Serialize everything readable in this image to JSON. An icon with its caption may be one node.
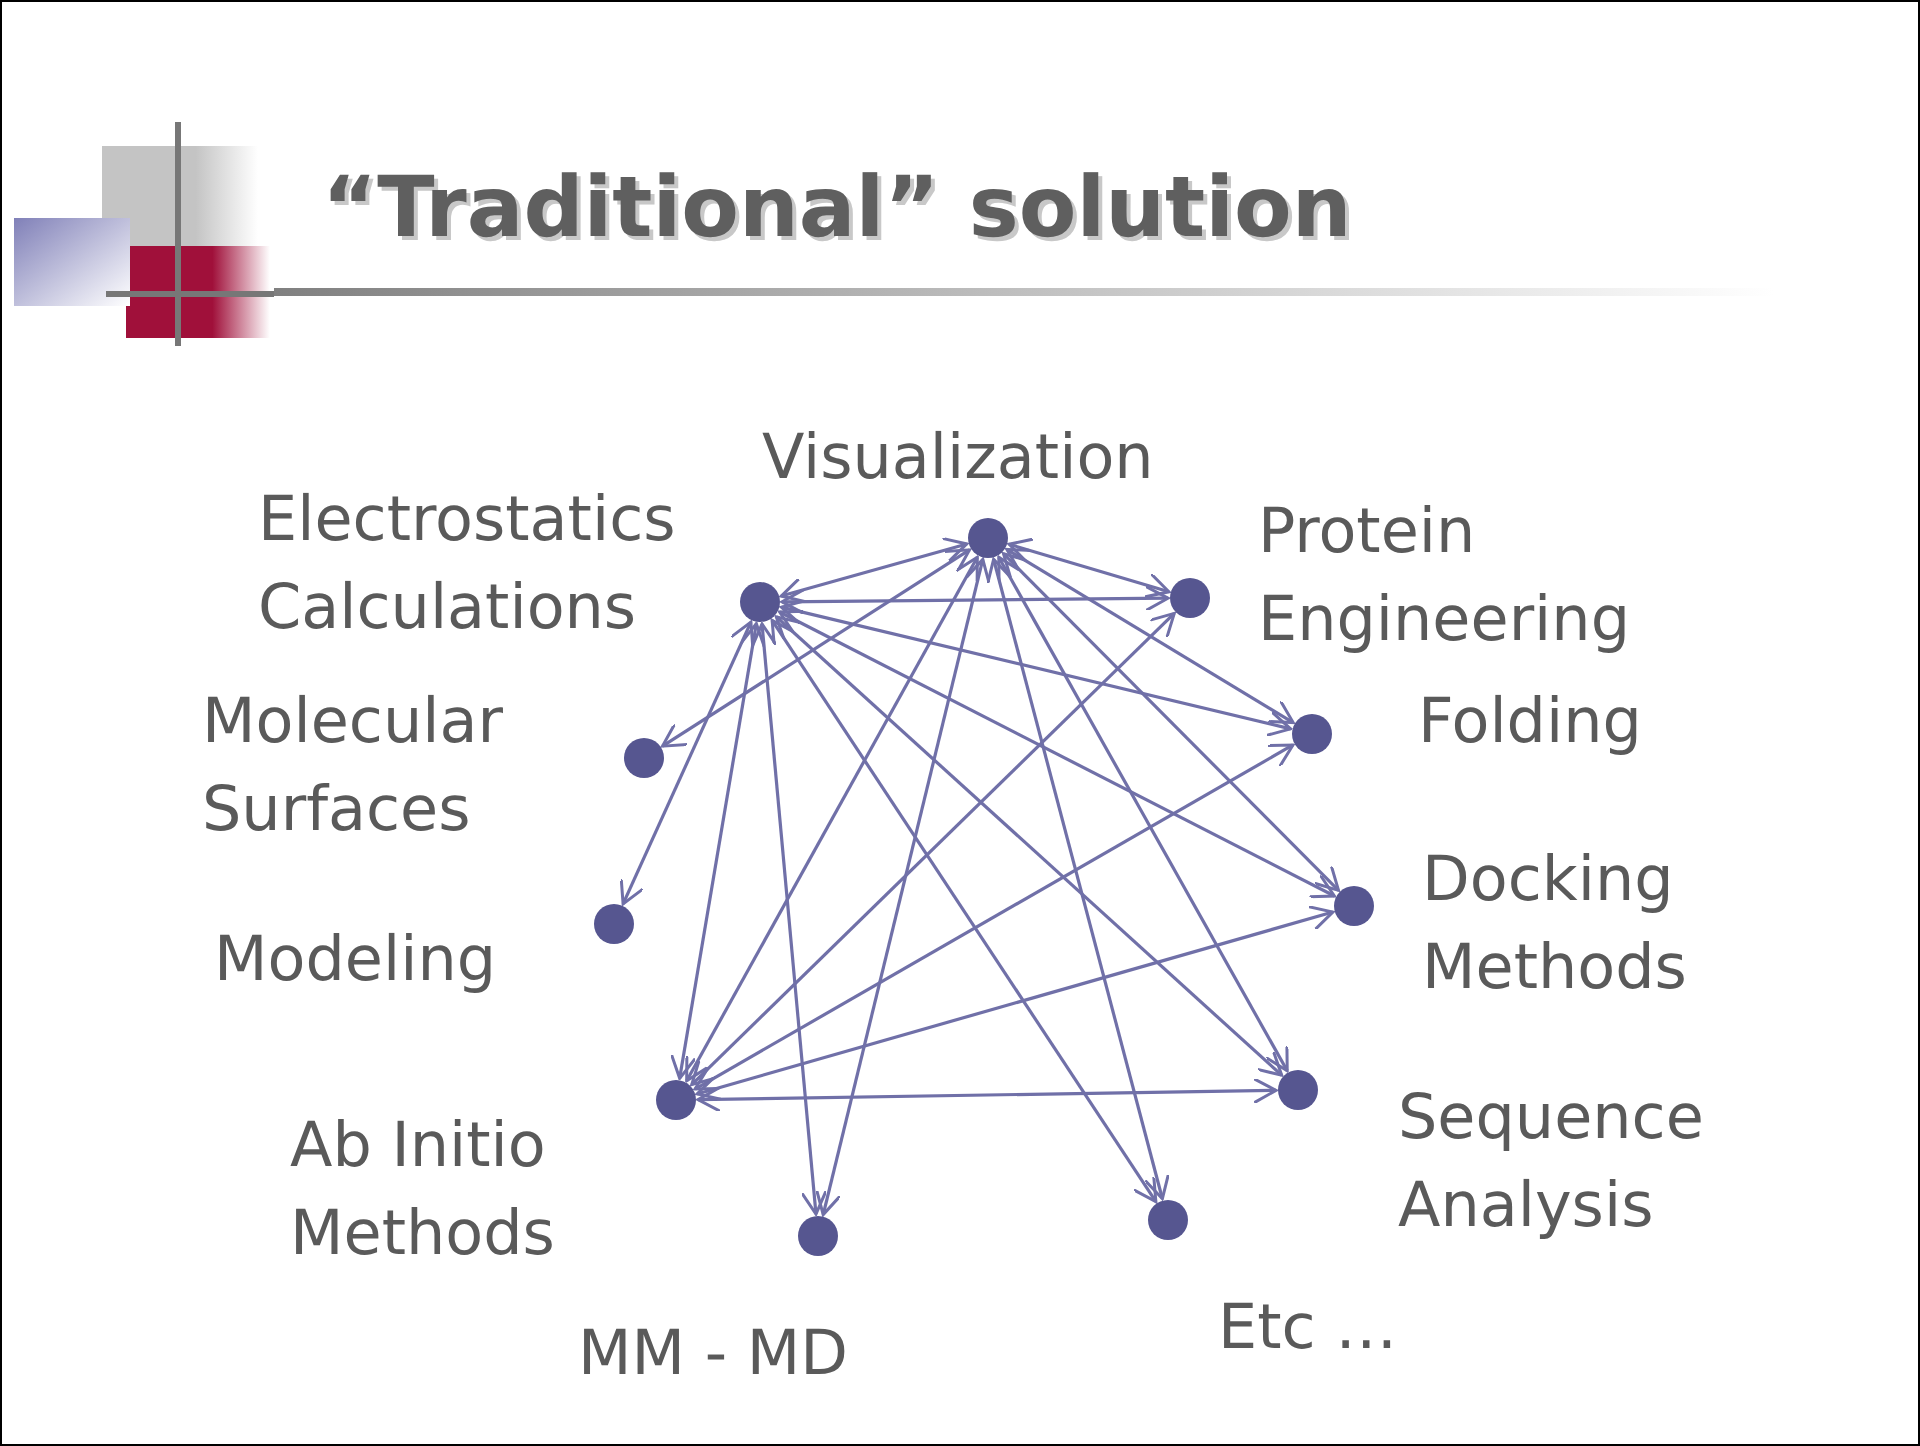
{
  "diagram": {
    "title": "“Traditional” solution",
    "nodes": [
      {
        "text": [],
        "shape": "circle",
        "beside": [
          "Visualization"
        ]
      },
      {
        "text": [],
        "shape": "circle",
        "beside": [
          "Electrostatics Calculations"
        ]
      },
      {
        "text": [],
        "shape": "circle",
        "beside": [
          "Protein Engineering"
        ]
      },
      {
        "text": [],
        "shape": "circle",
        "beside": [
          "Molecular Surfaces"
        ]
      },
      {
        "text": [],
        "shape": "circle",
        "beside": [
          "Folding"
        ]
      },
      {
        "text": [],
        "shape": "circle",
        "beside": [
          "Modeling"
        ]
      },
      {
        "text": [],
        "shape": "circle",
        "beside": [
          "Docking Methods"
        ]
      },
      {
        "text": [],
        "shape": "circle",
        "beside": [
          "Ab Initio Methods"
        ]
      },
      {
        "text": [],
        "shape": "circle",
        "beside": [
          "Sequence Analysis"
        ]
      },
      {
        "text": [],
        "shape": "circle",
        "beside": [
          "MM - MD"
        ]
      },
      {
        "text": [],
        "shape": "circle",
        "beside": [
          "Etc …"
        ]
      }
    ],
    "edges": [
      {
        "from": 0,
        "to": 1,
        "arrow": "both"
      },
      {
        "from": 0,
        "to": 2,
        "arrow": "both"
      },
      {
        "from": 0,
        "to": 3,
        "arrow": "both"
      },
      {
        "from": 0,
        "to": 4,
        "arrow": "both"
      },
      {
        "from": 0,
        "to": 6,
        "arrow": "both"
      },
      {
        "from": 0,
        "to": 7,
        "arrow": "both"
      },
      {
        "from": 0,
        "to": 8,
        "arrow": "both"
      },
      {
        "from": 0,
        "to": 9,
        "arrow": "both"
      },
      {
        "from": 0,
        "to": 10,
        "arrow": "both"
      },
      {
        "from": 1,
        "to": 2,
        "arrow": "both"
      },
      {
        "from": 1,
        "to": 4,
        "arrow": "both"
      },
      {
        "from": 1,
        "to": 5,
        "arrow": "both"
      },
      {
        "from": 1,
        "to": 6,
        "arrow": "both"
      },
      {
        "from": 1,
        "to": 7,
        "arrow": "both"
      },
      {
        "from": 1,
        "to": 8,
        "arrow": "both"
      },
      {
        "from": 1,
        "to": 9,
        "arrow": "both"
      },
      {
        "from": 1,
        "to": 10,
        "arrow": "both"
      },
      {
        "from": 7,
        "to": 2,
        "arrow": "both"
      },
      {
        "from": 7,
        "to": 4,
        "arrow": "both"
      },
      {
        "from": 7,
        "to": 6,
        "arrow": "both"
      },
      {
        "from": 7,
        "to": 8,
        "arrow": "both"
      }
    ]
  }
}
